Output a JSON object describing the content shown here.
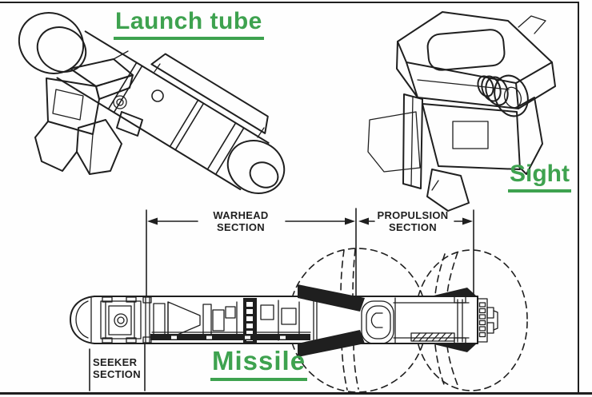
{
  "diagram": {
    "component_labels": {
      "launch_tube": "Launch tube",
      "sight": "Sight",
      "missile": "Missile"
    },
    "section_labels": {
      "warhead": {
        "line1": "WARHEAD",
        "line2": "SECTION"
      },
      "propulsion": {
        "line1": "PROPULSION",
        "line2": "SECTION"
      },
      "seeker": {
        "line1": "SEEKER",
        "line2": "SECTION"
      }
    },
    "colors": {
      "label_green": "#3ea24f",
      "line_color": "#1f1f1f",
      "background": "#fefefe"
    }
  }
}
